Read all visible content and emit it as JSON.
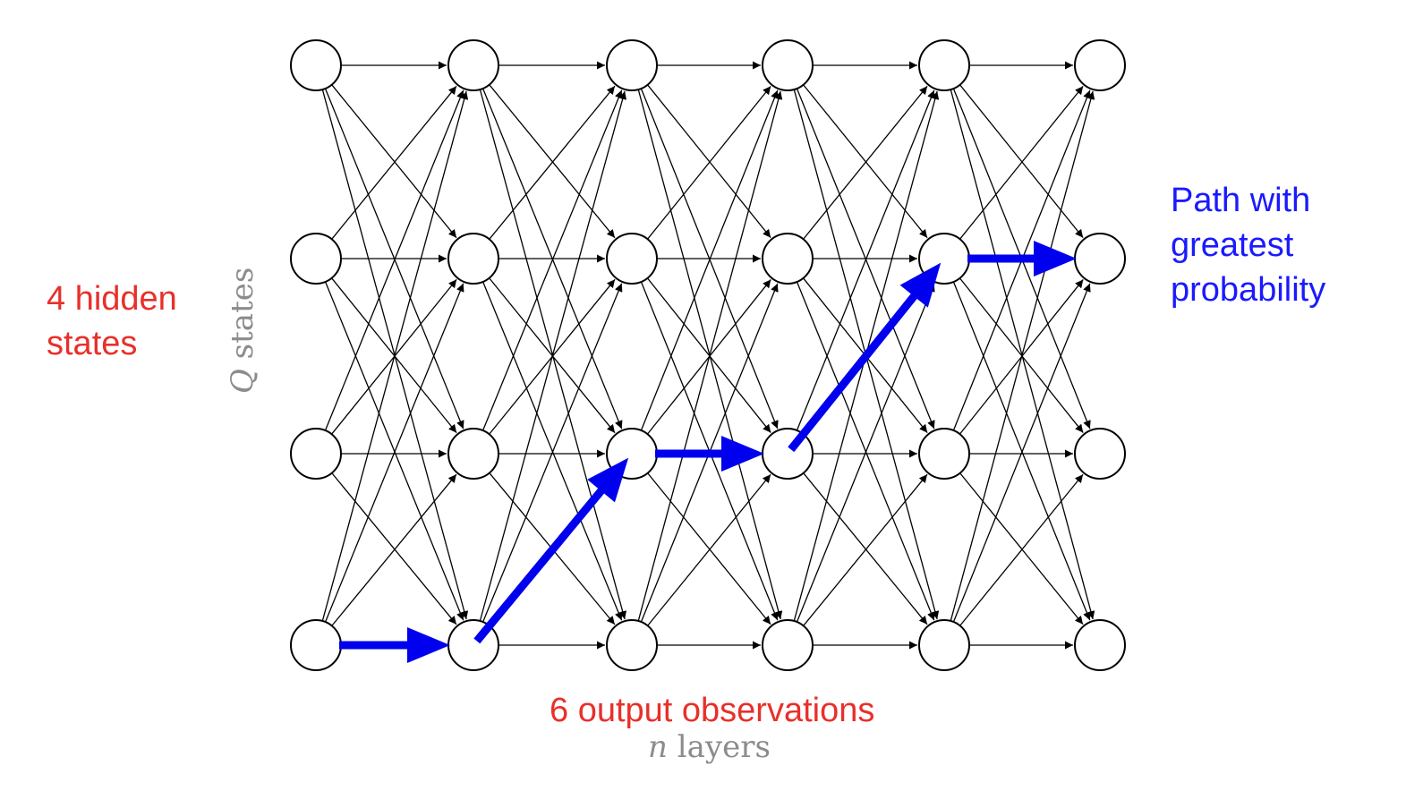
{
  "diagram": {
    "layer_count": 6,
    "state_count": 4,
    "labels": {
      "hidden_states_line1": "4 hidden",
      "hidden_states_line2": "states",
      "y_axis_q": "Q",
      "y_axis_rest": " states",
      "outputs": "6 output observations",
      "x_axis_n": "n",
      "x_axis_rest": " layers",
      "path_line1": "Path with",
      "path_line2": "greatest",
      "path_line3": "probability"
    },
    "best_path": [
      {
        "layer": 1,
        "state": 4
      },
      {
        "layer": 2,
        "state": 4
      },
      {
        "layer": 3,
        "state": 3
      },
      {
        "layer": 4,
        "state": 3
      },
      {
        "layer": 5,
        "state": 2
      },
      {
        "layer": 6,
        "state": 2
      }
    ],
    "colors": {
      "edge": "#000000",
      "node_stroke": "#000000",
      "path": "#0000ee",
      "left_label": "#e8302a",
      "bottom_label": "#e8302a",
      "path_label": "#1a1aff",
      "axis_label": "#8c8c8c"
    }
  }
}
